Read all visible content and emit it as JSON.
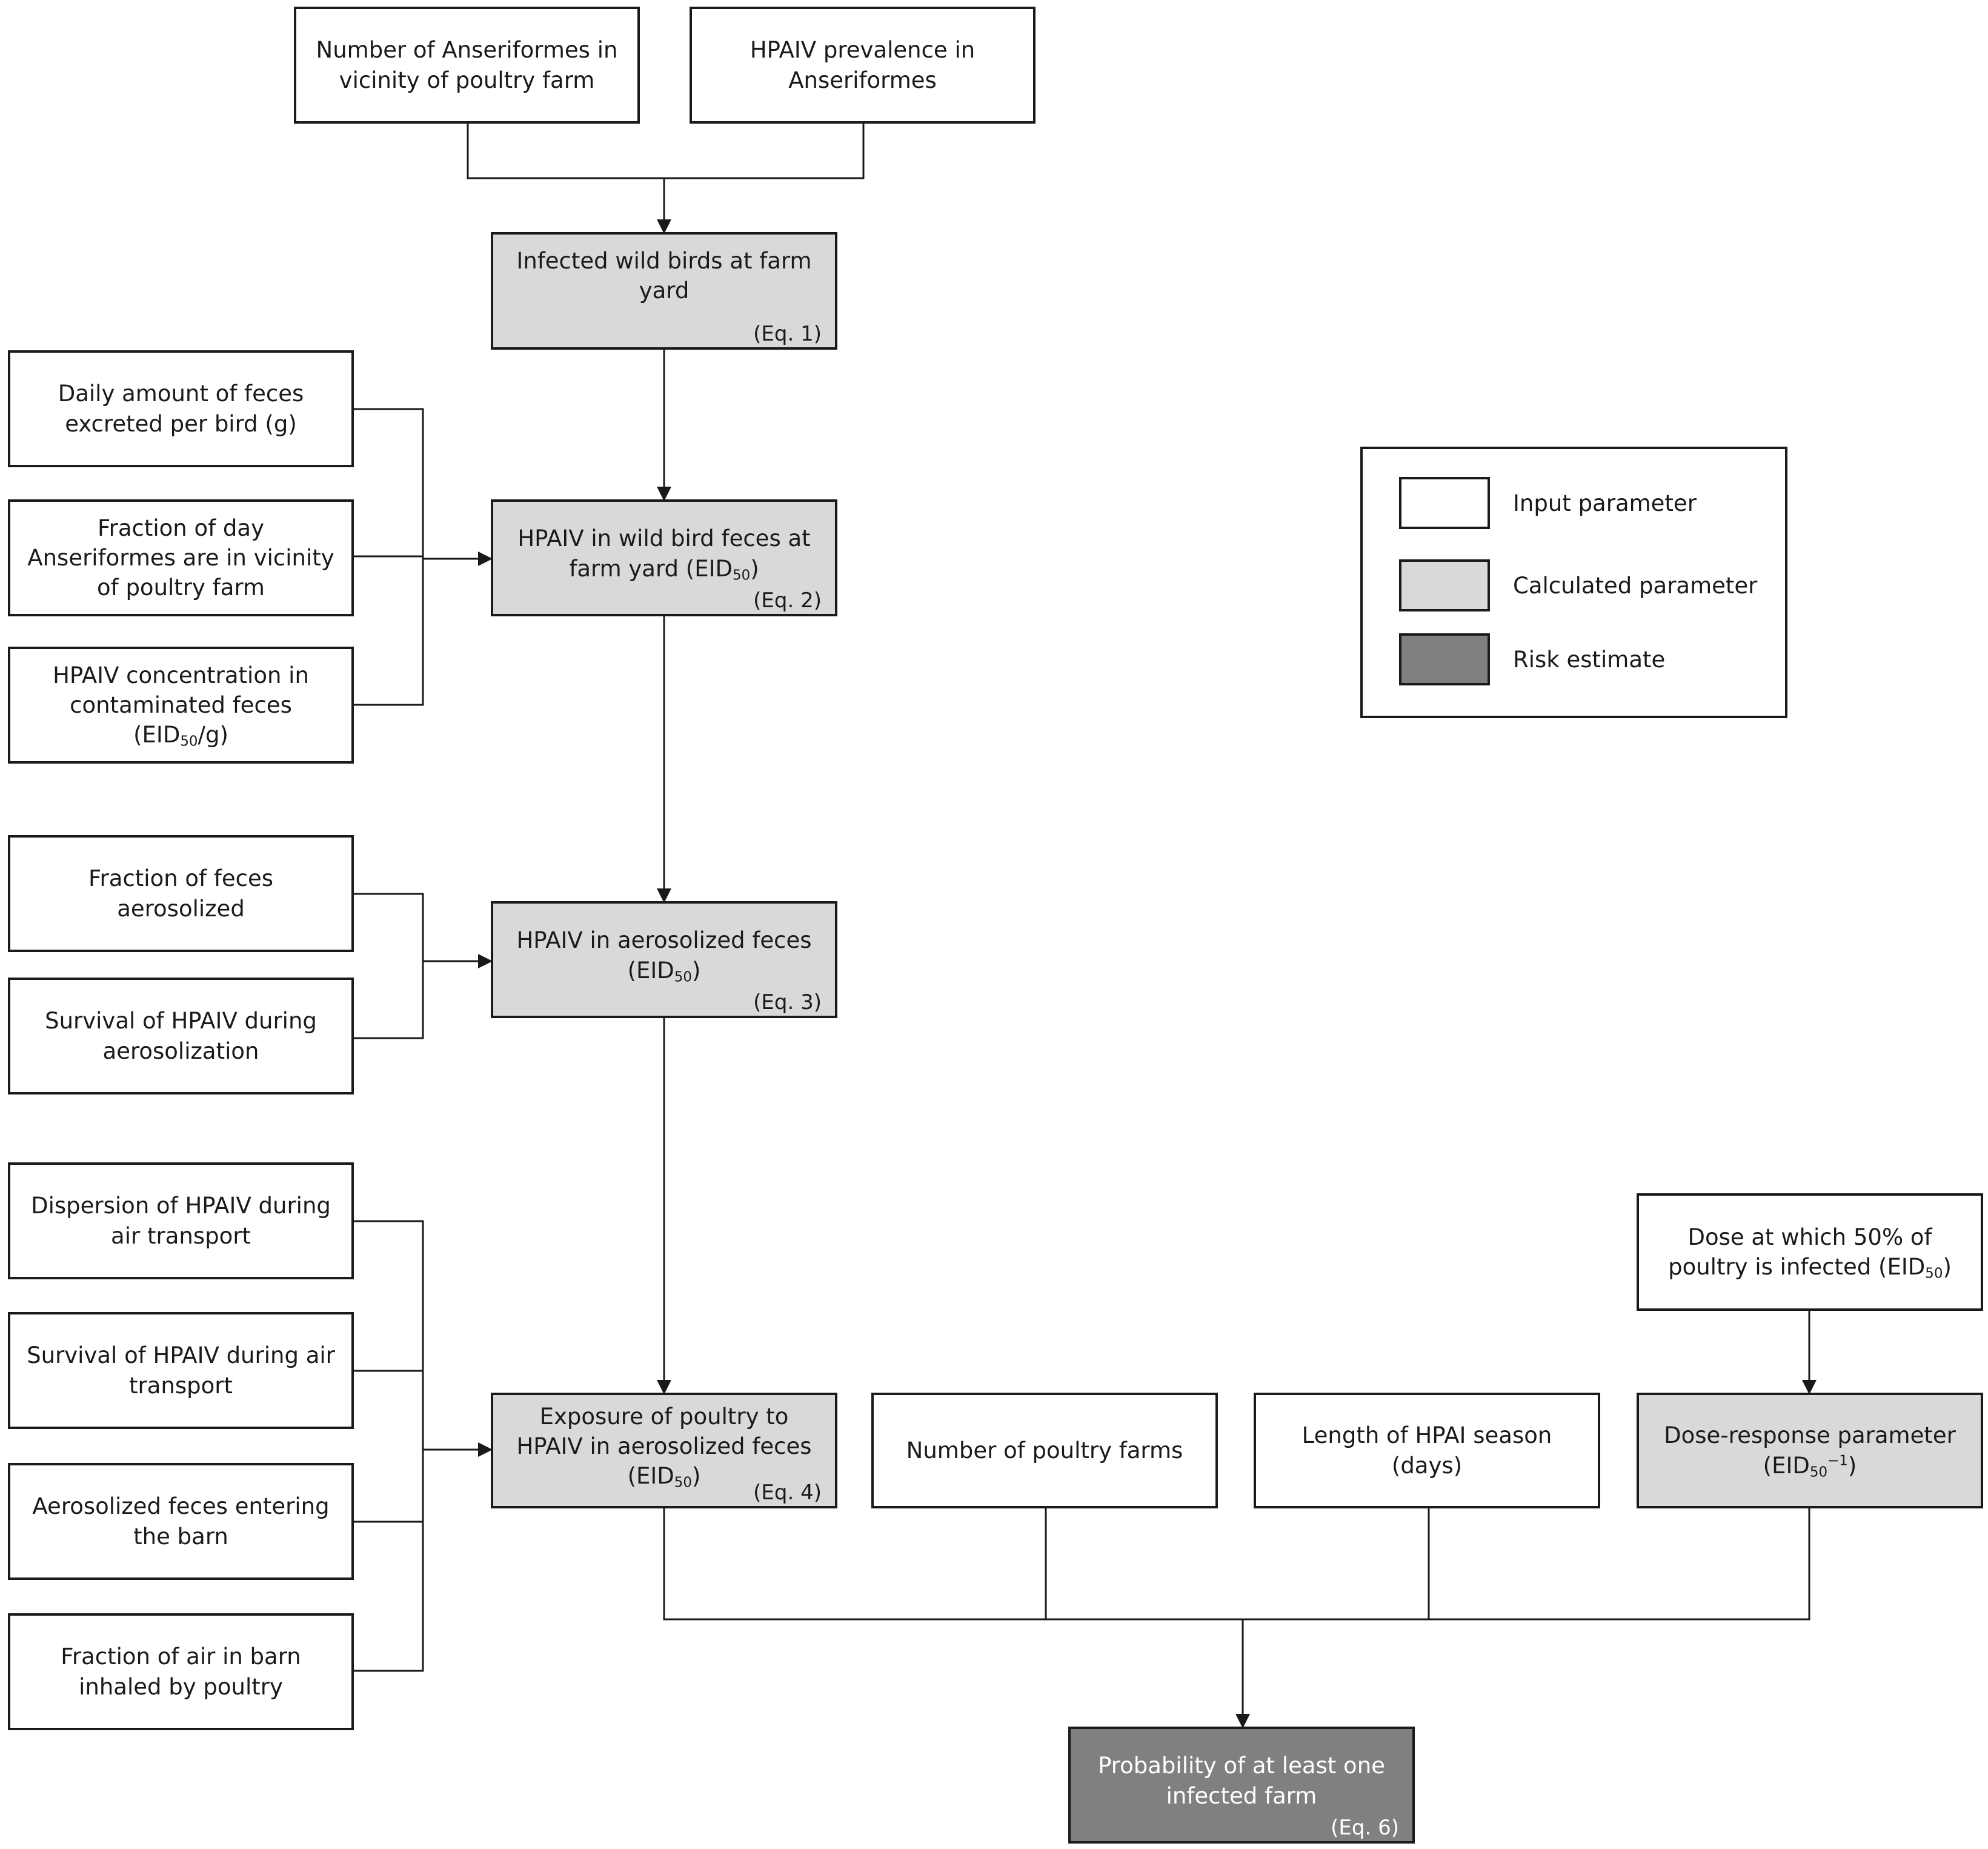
{
  "nodes": {
    "anseriformes_count": {
      "text": "Number of Anseriformes in vicinity of poultry farm"
    },
    "hpaiv_prevalence": {
      "text": "HPAIV prevalence in Anseriformes"
    },
    "infected_wild_birds": {
      "text": "Infected wild birds at farm yard",
      "eq": "(Eq. 1)"
    },
    "daily_feces": {
      "text": "Daily amount of feces excreted per bird (g)"
    },
    "fraction_day": {
      "text": "Fraction of day Anseriformes are in vicinity of poultry farm"
    },
    "hpaiv_concentration": {
      "text_a": "HPAIV concentration in contaminated feces (EID",
      "sub": "50",
      "text_b": "/g)"
    },
    "hpaiv_wild_feces": {
      "text_a": "HPAIV in wild bird feces at farm yard (EID",
      "sub": "50",
      "text_b": ")",
      "eq": "(Eq. 2)"
    },
    "fraction_aerosolized": {
      "text": "Fraction of feces aerosolized"
    },
    "survival_aerosolization": {
      "text": "Survival of HPAIV during aerosolization"
    },
    "hpaiv_aerosolized": {
      "text_a": "HPAIV in aerosolized feces (EID",
      "sub": "50",
      "text_b": ")",
      "eq": "(Eq. 3)"
    },
    "dispersion": {
      "text": "Dispersion of HPAIV during air transport"
    },
    "survival_transport": {
      "text": "Survival of HPAIV during air transport"
    },
    "entering_barn": {
      "text": "Aerosolized feces entering the barn"
    },
    "fraction_inhaled": {
      "text": "Fraction of air in barn inhaled by poultry"
    },
    "exposure": {
      "text_a": "Exposure of poultry to HPAIV in aerosolized feces (EID",
      "sub": "50",
      "text_b": ")",
      "eq": "(Eq. 4)"
    },
    "num_farms": {
      "text": "Number of poultry farms"
    },
    "season_length": {
      "text": "Length of HPAI season (days)"
    },
    "dose50": {
      "text_a": "Dose at which 50% of poultry is infected (EID",
      "sub": "50",
      "text_b": ")"
    },
    "dose_response": {
      "text_a": "Dose-response parameter (EID",
      "sub": "50",
      "sup": "−1",
      "text_b": ")"
    },
    "probability": {
      "text": "Probability of at least one infected farm",
      "eq": "(Eq. 6)"
    }
  },
  "legend": {
    "input": "Input parameter",
    "calculated": "Calculated parameter",
    "risk": "Risk estimate"
  },
  "colors": {
    "input_fill": "#ffffff",
    "calculated_fill": "#d9d9d9",
    "risk_fill": "#808080",
    "line": "#1a1a1a"
  }
}
